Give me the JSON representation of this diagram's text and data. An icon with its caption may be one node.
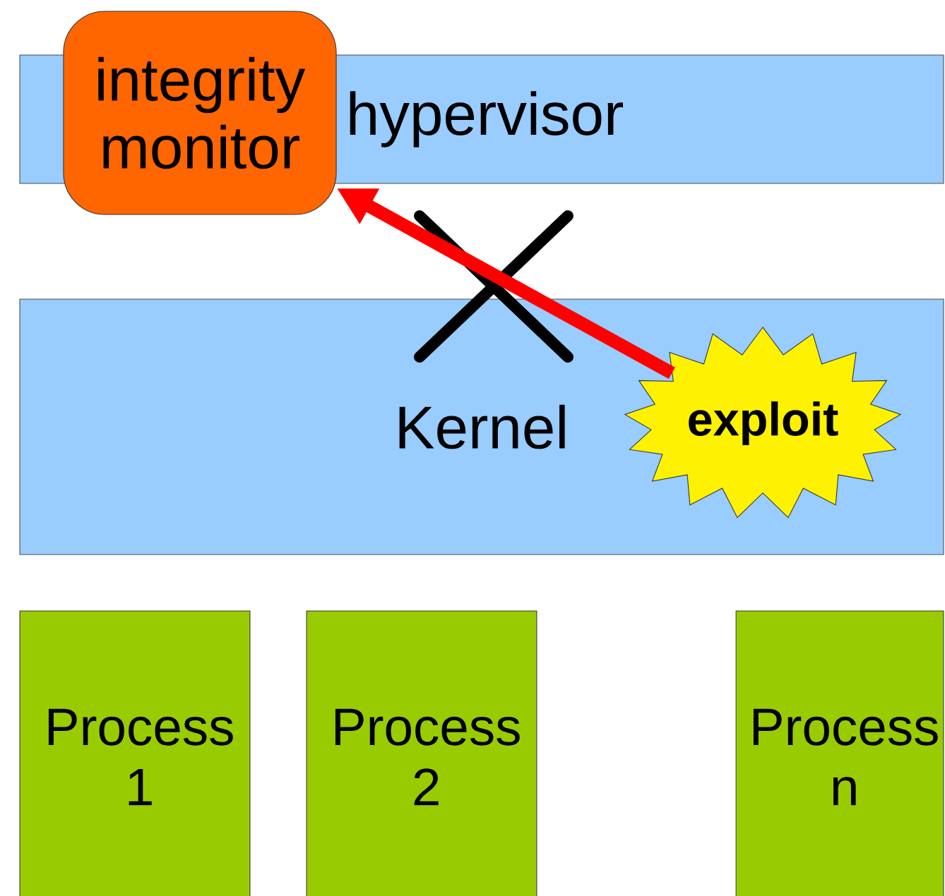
{
  "diagram": {
    "nodes": [
      {
        "text": [
          "hypervisor"
        ]
      },
      {
        "text": [
          "integrity monitor"
        ]
      },
      {
        "text": [
          "Kernel"
        ]
      },
      {
        "text": [
          "exploit"
        ],
        "in": 2
      },
      {
        "text": [
          "Process 1"
        ]
      },
      {
        "text": [
          "Process 2"
        ]
      },
      {
        "text": [
          "Process n"
        ]
      }
    ],
    "edges": [
      {
        "from": 3,
        "to": 1,
        "arrow": "to",
        "color": "#ff0000"
      }
    ]
  }
}
